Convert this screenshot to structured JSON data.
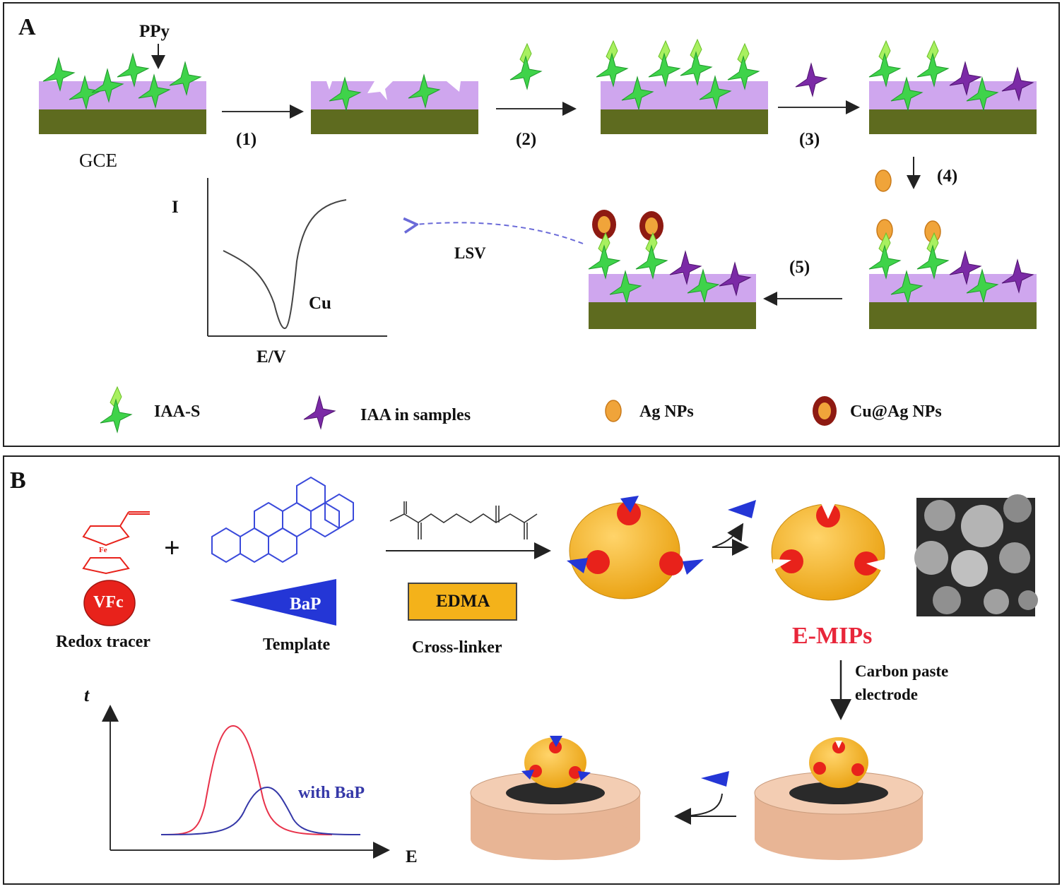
{
  "panel_a": {
    "letter": "A",
    "ppy": "PPy",
    "gce": "GCE",
    "steps": [
      "(1)",
      "(2)",
      "(3)",
      "(4)",
      "(5)"
    ],
    "lsv": "LSV",
    "plot": {
      "ylabel": "I",
      "xlabel": "E/V",
      "peak_label": "Cu"
    },
    "legend": {
      "iaa_s": "IAA-S",
      "iaa_samples": "IAA in samples",
      "ag_nps": "Ag NPs",
      "cu_ag_nps": "Cu@Ag NPs"
    }
  },
  "panel_b": {
    "letter": "B",
    "plus": "+",
    "vfc": "VFc",
    "fe": "Fe",
    "redox_tracer": "Redox tracer",
    "bap": "BaP",
    "template": "Template",
    "edma": "EDMA",
    "cross_linker": "Cross-linker",
    "e_mips": "E-MIPs",
    "cpe_line1": "Carbon paste",
    "cpe_line2": "electrode",
    "plot": {
      "ylabel": "t",
      "xlabel": "E",
      "series_label": "with BaP"
    }
  },
  "colors": {
    "membrane": "#cfa6ee",
    "electrode": "#5e6b1f",
    "star_green": "#3fd34a",
    "leaf_green": "#a8f060",
    "star_purple": "#7b2aa6",
    "ag": "#f0a43a",
    "cu_ring": "#8e1a12",
    "sphere": "#f4b21a",
    "site_red": "#e8221b",
    "template_blue": "#2436d6",
    "emips_red": "#e8263a",
    "electrode_body": "#f3cdb3",
    "curve_red": "#e8324a",
    "curve_blue": "#3538a8"
  },
  "icons": [
    "arrow-right-icon",
    "arrow-down-icon",
    "star-icon",
    "sphere-icon",
    "electrode-cylinder-icon"
  ]
}
